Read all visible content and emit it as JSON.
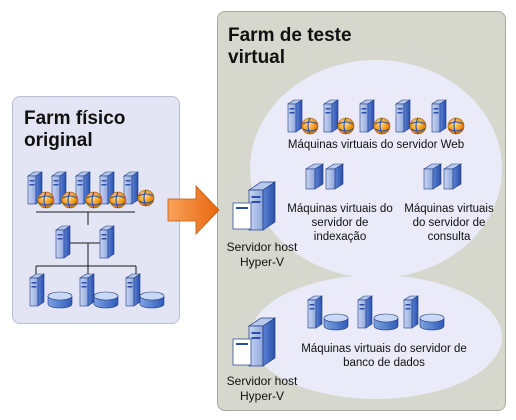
{
  "left_panel": {
    "title_line1": "Farm físico",
    "title_line2": "original"
  },
  "right_panel": {
    "title_line1": "Farm de teste",
    "title_line2": "virtual"
  },
  "labels": {
    "web_servers": "Máquinas virtuais do servidor Web",
    "index_l1": "Máquinas virtuais do",
    "index_l2": "servidor de",
    "index_l3": "indexação",
    "query_l1": "Máquinas virtuais",
    "query_l2": "do servidor de",
    "query_l3": "consulta",
    "db_l1": "Máquinas virtuais do servidor de",
    "db_l2": "banco de dados",
    "host1_l1": "Servidor host",
    "host1_l2": "Hyper-V",
    "host2_l1": "Servidor host",
    "host2_l2": "Hyper-V"
  },
  "colors": {
    "server_blue": "#2a4fa8",
    "globe_orange": "#f29a1c",
    "arrow_orange": "#f47b20",
    "db_blue": "#4a78c8"
  },
  "icons": [
    "server-icon",
    "globe-icon",
    "database-icon",
    "arrow-right-icon"
  ]
}
